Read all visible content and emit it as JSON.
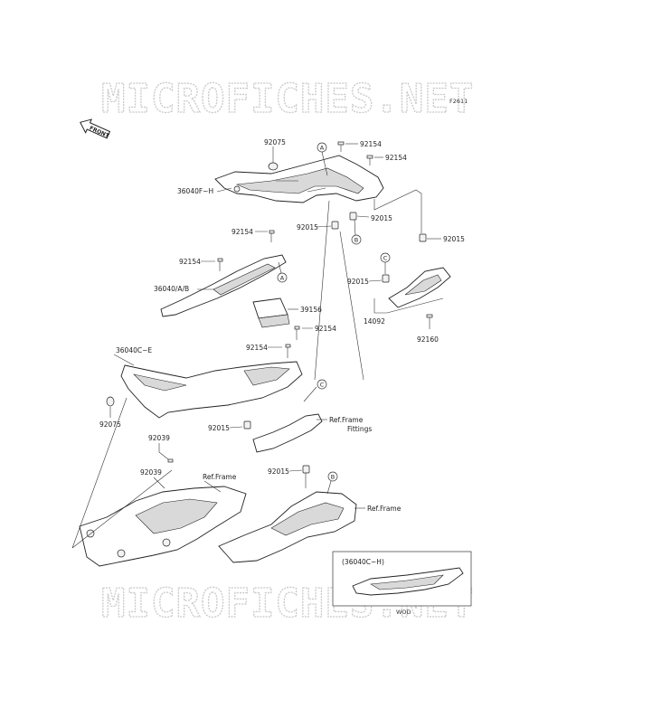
{
  "watermark": "MICROFICHES.NET",
  "figure_code": "F2611",
  "front_arrow_label": "FRONT",
  "part_labels": {
    "p92075_top": "92075",
    "p36040FH": "36040F~H",
    "p92154_a": "92154",
    "p92154_b": "92154",
    "p92154_c": "92154",
    "p92154_d": "92154",
    "p92154_e": "92154",
    "p92154_f": "92154",
    "p92015_a": "92015",
    "p92015_b": "92015",
    "p92015_c": "92015",
    "p92015_d": "92015",
    "p92015_e": "92015",
    "p92015_f": "92015",
    "p36040AB": "36040/A/B",
    "p39156": "39156",
    "p14092": "14092",
    "p92160": "92160",
    "p36040CE": "36040C~E",
    "p92075_bot": "92075",
    "p92039_a": "92039",
    "p92039_b": "92039"
  },
  "ref_labels": {
    "frame_fittings_1": "Ref.Frame",
    "frame_fittings_2": "Fittings",
    "frame_left": "Ref.Frame",
    "frame_right": "Ref.Frame"
  },
  "callouts": {
    "A": "A",
    "B": "B",
    "C": "C"
  },
  "inset": {
    "title": "(36040C~H)",
    "note": "WOD"
  }
}
